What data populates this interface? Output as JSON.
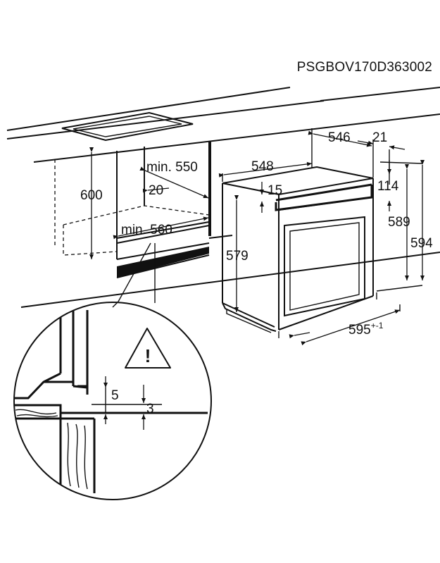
{
  "document_code": "PSGBOV170D363002",
  "dimensions": {
    "niche_height": "600",
    "niche_depth_min": "min. 550",
    "niche_width_min": "min. 560",
    "vent_gap": "20",
    "oven_top_depth": "548",
    "oven_body_depth": "546",
    "front_panel_depth": "21",
    "front_top_offset": "114",
    "oven_front_height": "589",
    "oven_total_height": "594",
    "oven_side_height": "579",
    "top_gap": "15",
    "oven_width": "595",
    "oven_width_tolerance": "+-1",
    "detail_gap_5": "5",
    "detail_gap_3": "3"
  },
  "warning_symbol": "!",
  "icon": "warning-triangle-icon"
}
